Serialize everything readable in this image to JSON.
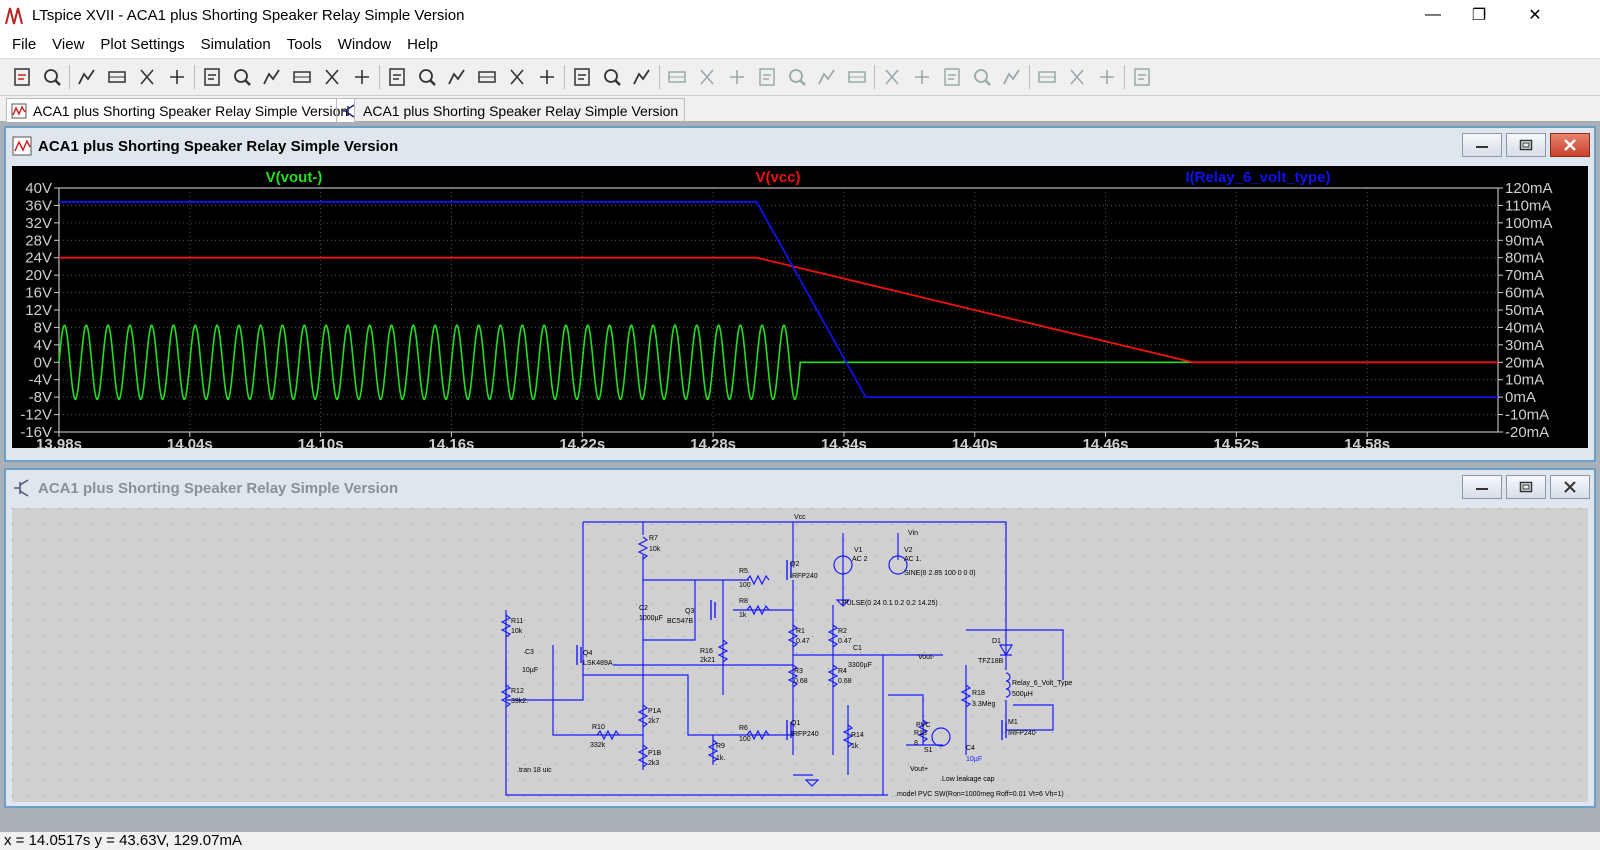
{
  "window": {
    "title": "LTspice XVII - ACA1 plus Shorting Speaker Relay Simple Version",
    "minimize_glyph": "—",
    "maximize_glyph": "❐",
    "close_glyph": "✕"
  },
  "menu": [
    "File",
    "View",
    "Plot Settings",
    "Simulation",
    "Tools",
    "Window",
    "Help"
  ],
  "toolbar_icons": [
    "new-schematic-icon",
    "open-icon",
    "save-icon",
    "control-panel-icon",
    "run-icon",
    "halt-icon",
    "zoom-in-icon",
    "zoom-area-icon",
    "zoom-out-icon",
    "zoom-cancel-icon",
    "autorange-icon",
    "manual-range-icon",
    "tile-horizontal-icon",
    "cascade-icon",
    "tile-vertical-icon",
    "cut-icon",
    "copy-icon",
    "paste-icon",
    "find-icon",
    "print-icon",
    "print-setup-icon",
    "wire-icon",
    "ground-icon",
    "label-icon",
    "resistor-icon",
    "capacitor-icon",
    "inductor-icon",
    "diode-icon",
    "component-icon",
    "move-icon",
    "drag-icon",
    "undo-icon",
    "redo-icon",
    "rotate-icon",
    "mirror-icon",
    "text-icon",
    "spice-directive-icon"
  ],
  "tabs": [
    {
      "label": "ACA1 plus Shorting Speaker Relay Simple Version",
      "icon": "waveform-icon",
      "active": true
    },
    {
      "label": "ACA1 plus Shorting Speaker Relay Simple Version",
      "icon": "schematic-icon",
      "active": false
    }
  ],
  "plot_window": {
    "title": "ACA1 plus Shorting Speaker Relay Simple Version"
  },
  "schematic_window": {
    "title": "ACA1 plus Shorting Speaker Relay Simple Version"
  },
  "status": "x = 14.0517s    y = 43.63V, 129.07mA",
  "colors": {
    "vout": "#22dd22",
    "vcc": "#ee1111",
    "relay": "#1111ee",
    "plot_bg": "#000000",
    "axis_text": "#cfcfcf",
    "schematic_wire": "#1a1aff"
  },
  "chart_data": {
    "type": "line",
    "x_unit": "s",
    "xlim": [
      13.98,
      14.64
    ],
    "x_ticks": [
      "13.98s",
      "14.04s",
      "14.10s",
      "14.16s",
      "14.22s",
      "14.28s",
      "14.34s",
      "14.40s",
      "14.46s",
      "14.52s",
      "14.58s"
    ],
    "x_tick_values": [
      13.98,
      14.04,
      14.1,
      14.16,
      14.22,
      14.28,
      14.34,
      14.4,
      14.46,
      14.52,
      14.58
    ],
    "left_axis": {
      "unit": "V",
      "ylim": [
        -16,
        40
      ],
      "ticks": [
        "40V",
        "36V",
        "32V",
        "28V",
        "24V",
        "20V",
        "16V",
        "12V",
        "8V",
        "4V",
        "0V",
        "-4V",
        "-8V",
        "-12V",
        "-16V"
      ],
      "tick_values": [
        40,
        36,
        32,
        28,
        24,
        20,
        16,
        12,
        8,
        4,
        0,
        -4,
        -8,
        -12,
        -16
      ]
    },
    "right_axis": {
      "unit": "mA",
      "ylim": [
        -20,
        120
      ],
      "ticks": [
        "120mA",
        "110mA",
        "100mA",
        "90mA",
        "80mA",
        "70mA",
        "60mA",
        "50mA",
        "40mA",
        "30mA",
        "20mA",
        "10mA",
        "0mA",
        "-10mA",
        "-20mA"
      ],
      "tick_values": [
        120,
        110,
        100,
        90,
        80,
        70,
        60,
        50,
        40,
        30,
        20,
        10,
        0,
        -10,
        -20
      ]
    },
    "series": [
      {
        "name": "V(vout-)",
        "axis": "left",
        "kind": "sine_then_flat",
        "amplitude": 8.5,
        "frequency": 100,
        "t_start": 13.98,
        "t_stop_sine": 14.32,
        "flat_after": 0,
        "points_after": [
          [
            14.322,
            0
          ],
          [
            14.64,
            0
          ]
        ]
      },
      {
        "name": "V(vcc)",
        "axis": "left",
        "points": [
          [
            13.98,
            24
          ],
          [
            14.3,
            24
          ],
          [
            14.5,
            0
          ],
          [
            14.64,
            0
          ]
        ]
      },
      {
        "name": "I(Relay_6_volt_type)",
        "axis": "right",
        "points": [
          [
            13.98,
            112
          ],
          [
            14.3,
            112
          ],
          [
            14.35,
            0
          ],
          [
            14.64,
            0
          ]
        ]
      }
    ]
  },
  "schematic": {
    "labels": [
      "Vcc",
      "Vin",
      "V1",
      "AC 2",
      "V2",
      "AC 1.",
      "SINE(0 2.85 100 0 0 0)",
      "PULSE(0 24 0.1 0.2 0.2 14.25)",
      "R7",
      "10k",
      "R5",
      "100",
      "Q2",
      "IRFP240",
      "C2",
      "1000µF",
      "Q3",
      "BC547B",
      "R8",
      "1k",
      "R1",
      "0.47",
      "R2",
      "0.47",
      "C1",
      "3300µF",
      "Vout-",
      "R16",
      "2k21",
      "R3",
      "0.68",
      "R4",
      "0.68",
      "Q4",
      "LSK489A",
      "R11",
      "10k",
      "C3",
      "10µF",
      "R12",
      "39k2.",
      "P1A",
      "2k7",
      "R10",
      "332k",
      "R6",
      "100",
      "Q1",
      "IRFP240",
      "R14",
      "1k",
      "R9",
      "1k.",
      "P1B",
      "2k3",
      ".tran 18 uic",
      "D1",
      "TFZ18B",
      "R18",
      "3.3Meg",
      "Relay_6_Volt_Type",
      "500µH",
      "M1",
      "IRFP240",
      "PVC",
      "R13",
      "8",
      "S1",
      "C4",
      "10µF",
      "Low leakage cap",
      "Vout+",
      ".model PVC SW(Ron=1000meg Roff=0.01 Vt=6 Vh=1)"
    ]
  }
}
